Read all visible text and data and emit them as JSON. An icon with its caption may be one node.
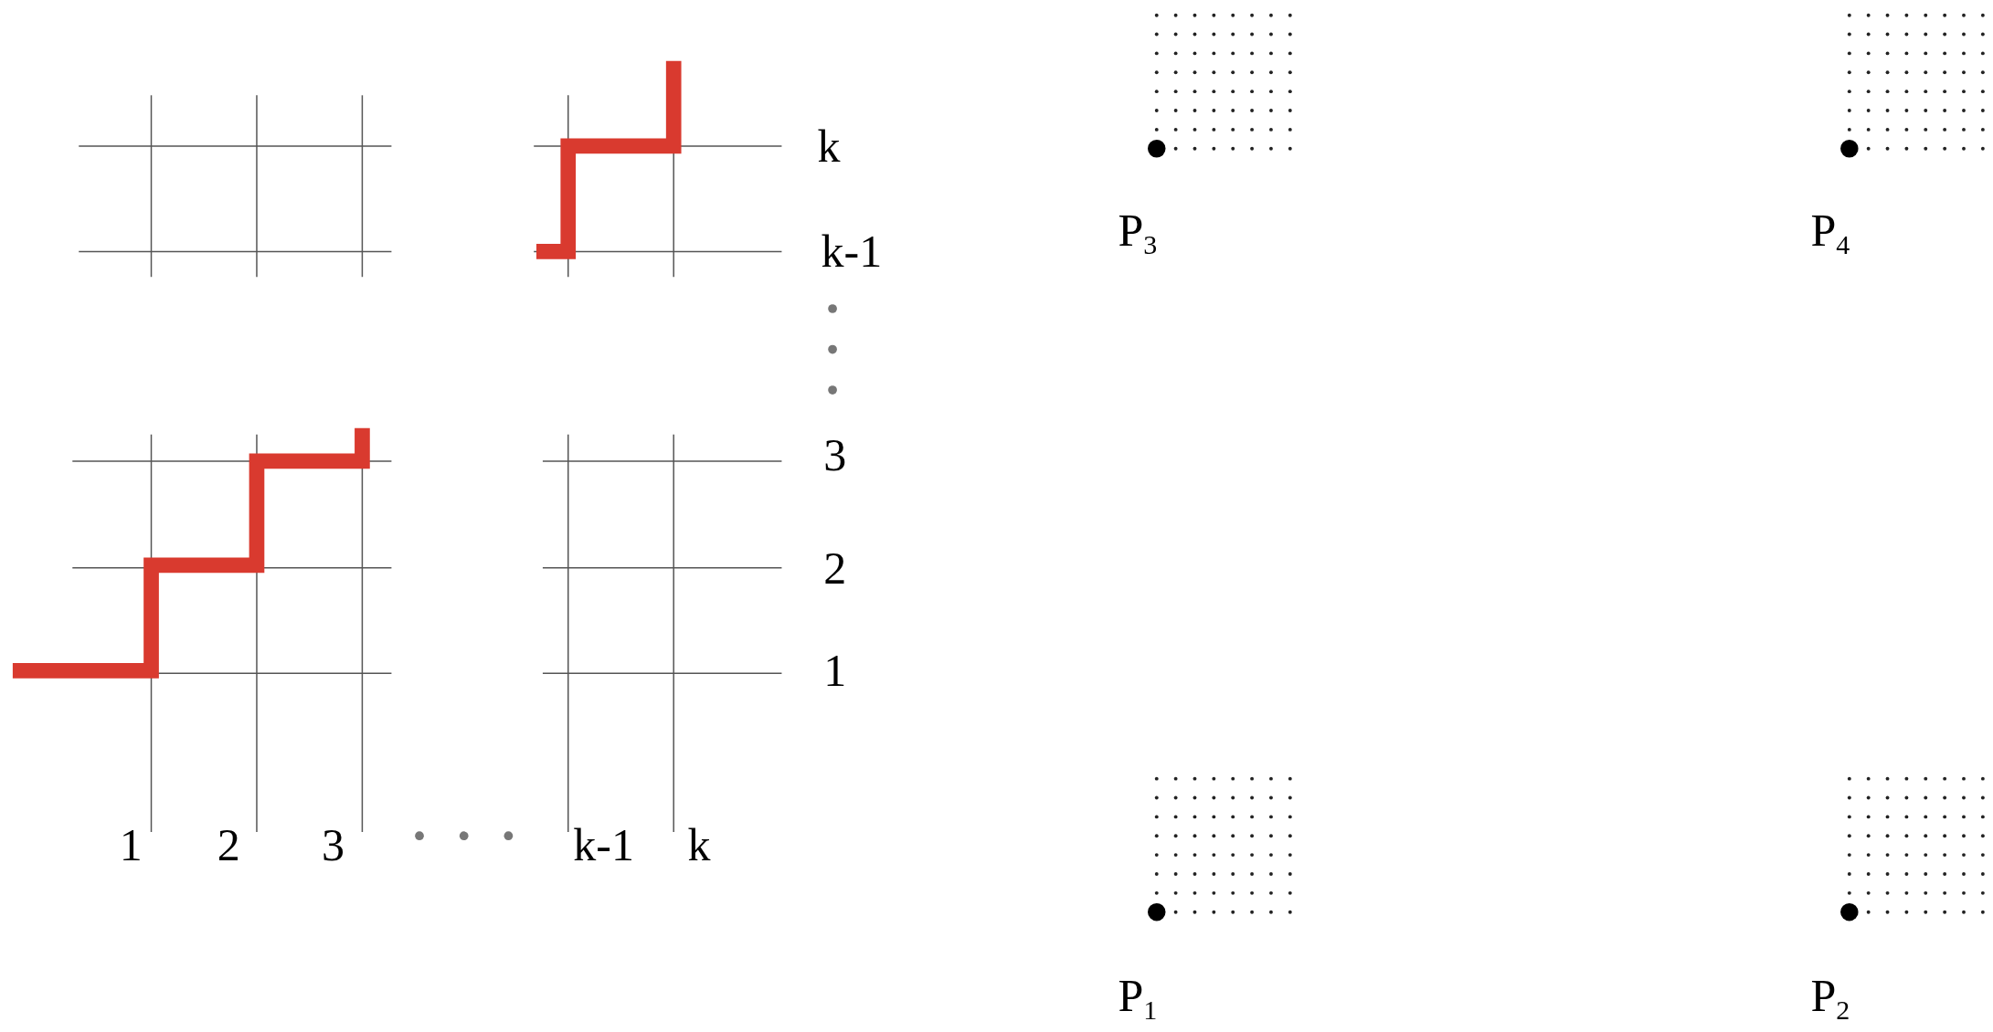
{
  "diagram": {
    "labels": [
      "k",
      "k-1",
      "3",
      "2",
      "1",
      "1",
      "2",
      "3",
      "k-1",
      "k",
      "P$_{3}$",
      "P$_{4}$",
      "P$_{1}$",
      "P$_{2}$"
    ]
  }
}
